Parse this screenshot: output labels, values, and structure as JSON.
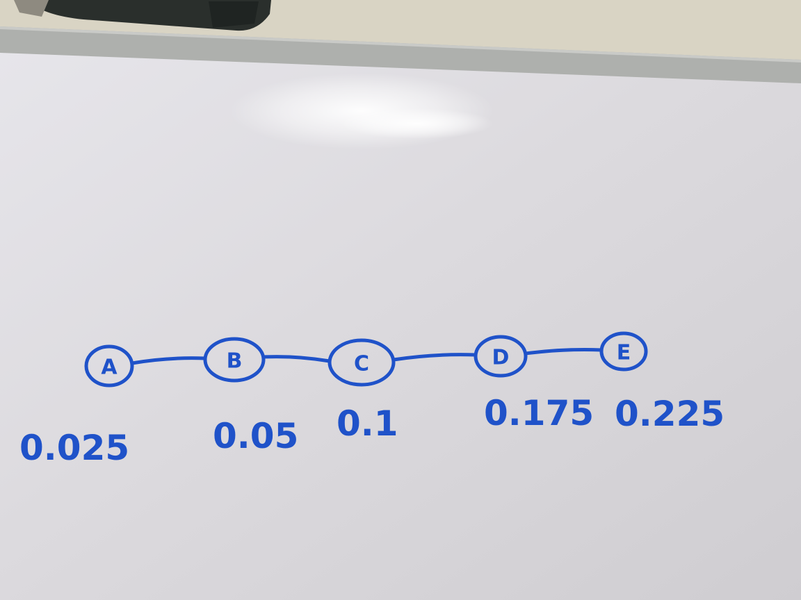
{
  "colors": {
    "wall": "#d9d4c4",
    "board": "#dad8dd",
    "frame": "#aeb0ad",
    "marker": "#1f52c9",
    "eraser": "#2a2f2c"
  },
  "graph": {
    "nodes": [
      {
        "label": "A",
        "value": "0.025"
      },
      {
        "label": "B",
        "value": "0.05"
      },
      {
        "label": "C",
        "value": "0.1"
      },
      {
        "label": "D",
        "value": "0.175"
      },
      {
        "label": "E",
        "value": "0.225"
      }
    ]
  }
}
